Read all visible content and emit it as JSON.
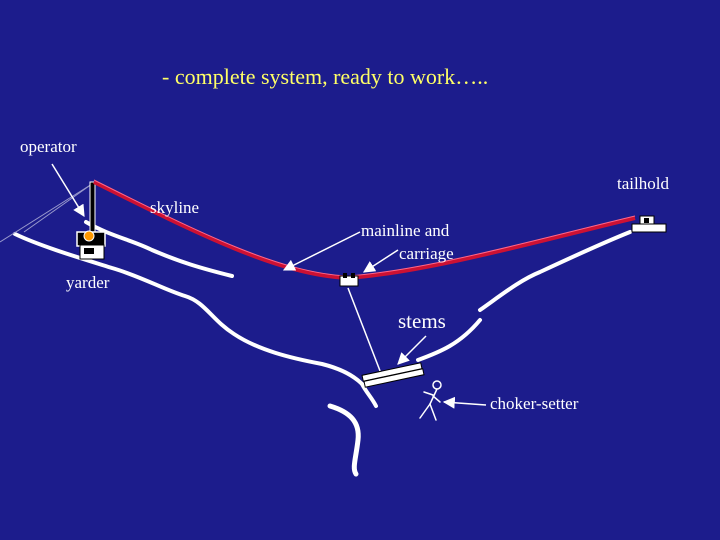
{
  "slide": {
    "title": "- complete system, ready to work…..",
    "background_color": "#1c1c8c",
    "title_color": "#ffff66",
    "text_color": "#ffffff",
    "cable_color": "#cc1133"
  },
  "labels": {
    "operator": "operator",
    "tailhold": "tailhold",
    "skyline": "skyline",
    "mainline_line1": "mainline and",
    "mainline_line2": "carriage",
    "yarder": "yarder",
    "stems": "stems",
    "choker_setter": "choker-setter"
  },
  "icons": [
    "yarder-tower-icon",
    "carriage-icon",
    "log-stems-icon",
    "stick-figure-icon",
    "tailhold-machine-icon"
  ]
}
